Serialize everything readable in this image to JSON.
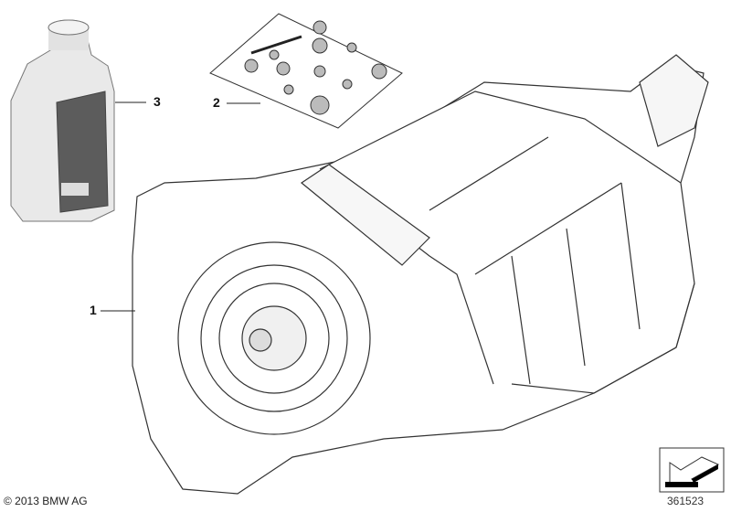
{
  "diagram": {
    "callouts": [
      {
        "number": "1",
        "part": "transmission"
      },
      {
        "number": "2",
        "part": "bolt-kit"
      },
      {
        "number": "3",
        "part": "oil-bottle"
      }
    ],
    "copyright": "© 2013 BMW AG",
    "diagram_number": "361523",
    "icons": [
      "back-arrow-icon"
    ]
  }
}
